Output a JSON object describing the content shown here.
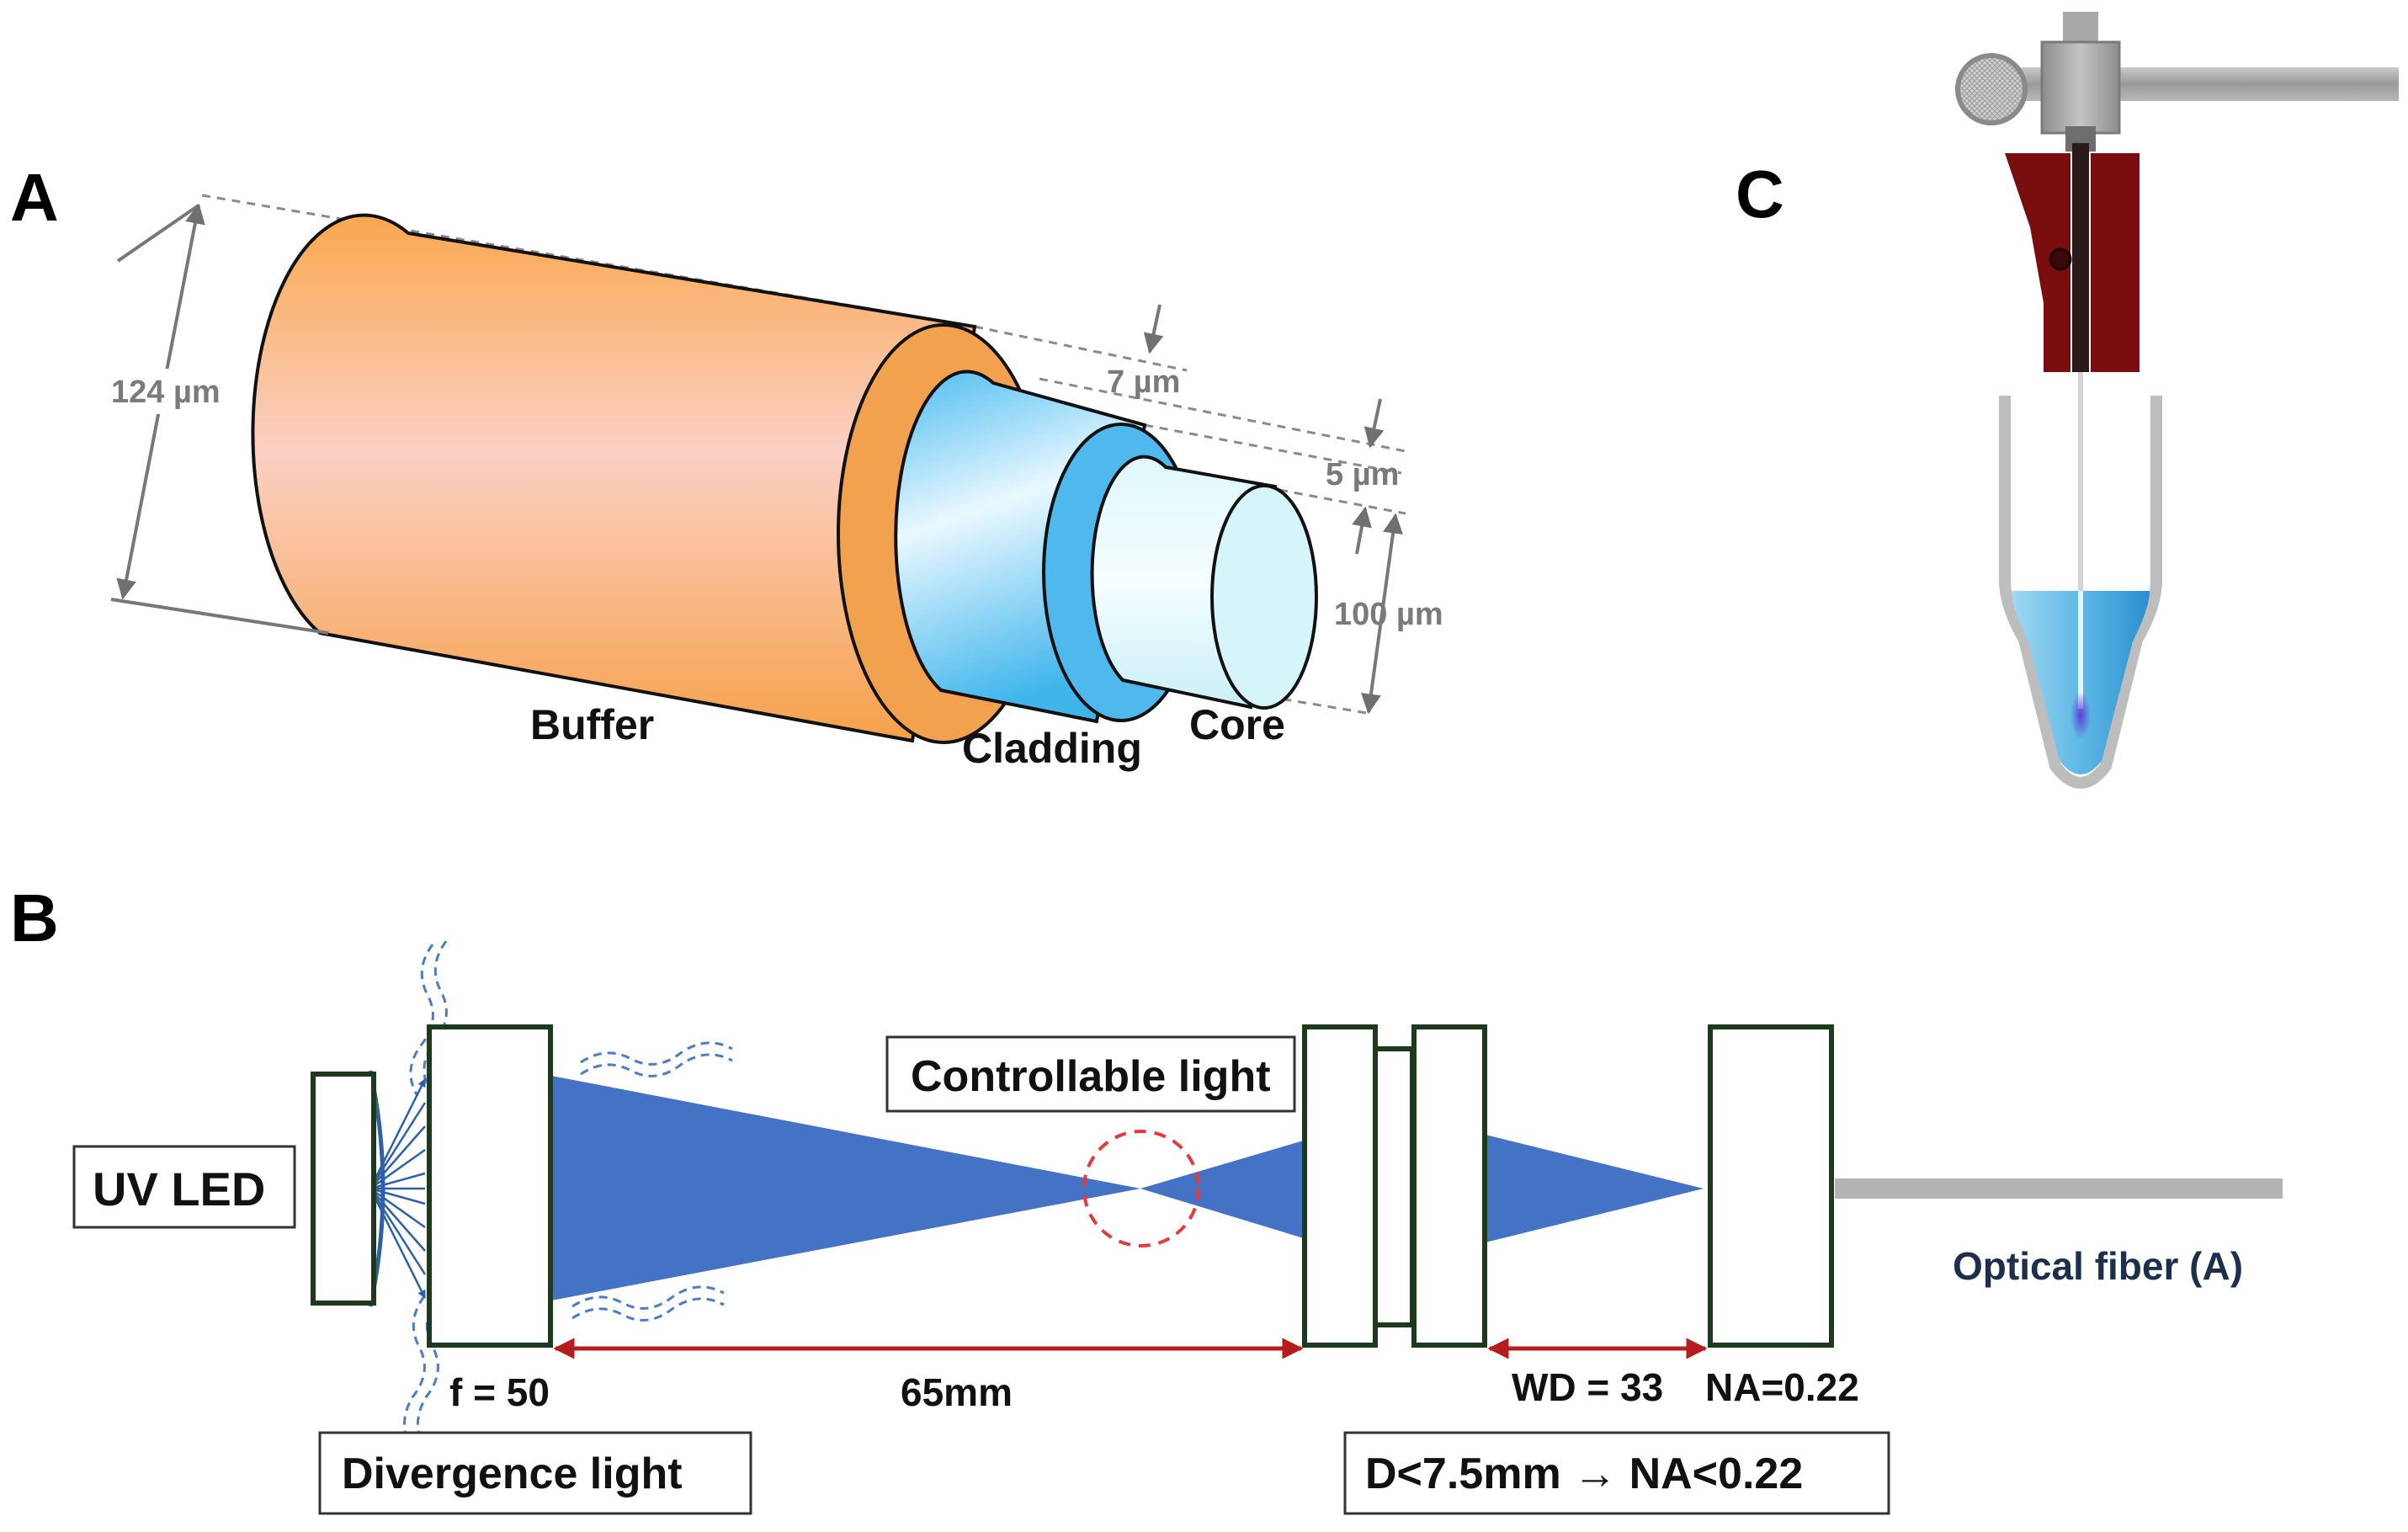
{
  "panels": {
    "a": "A",
    "b": "B",
    "c": "C"
  },
  "fiber": {
    "outer_diameter": "124 µm",
    "buffer_thickness": "7 µm",
    "cladding_thickness": "5 µm",
    "core_diameter": "100 µm",
    "buffer_label": "Buffer",
    "cladding_label": "Cladding",
    "core_label": "Core"
  },
  "optics": {
    "uv_led": "UV LED",
    "controllable_light": "Controllable light",
    "focal_length": "f = 50",
    "distance": "65mm",
    "working_distance": "WD = 33",
    "numerical_aperture": "NA=0.22",
    "divergence_light": "Divergence light",
    "condition": "D<7.5mm → NA<0.22",
    "optical_fiber": "Optical fiber (A)"
  },
  "colors": {
    "buffer": "#f7b267",
    "cladding": "#4fc1f0",
    "core": "#d8f6fb",
    "beam": "#4472c4",
    "lens_border": "#1d3a1d",
    "arrow_red": "#b71c1c",
    "holder_red": "#7a0e0e"
  }
}
